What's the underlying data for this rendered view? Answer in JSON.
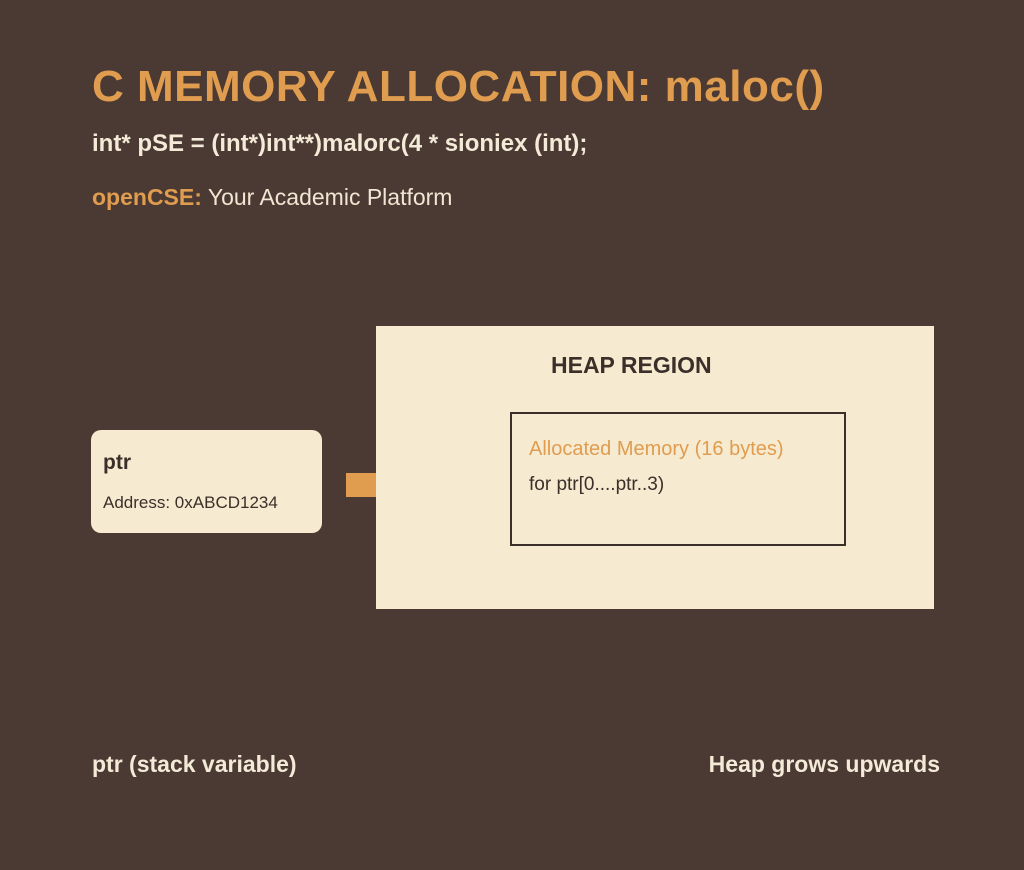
{
  "header": {
    "title": "C MEMORY ALLOCATION: maloc()",
    "code": "int* pSE = (int*)int**)malorc(4 * sioniex (int);",
    "brand": "openCSE:",
    "tagline": " Your Academic Platform"
  },
  "stack_variable": {
    "name": "ptr",
    "address": "Address: 0xABCD1234"
  },
  "heap": {
    "title": "HEAP REGION",
    "allocation_title": "Allocated Memory (16 bytes)",
    "allocation_range": "for ptr[0....ptr..3)"
  },
  "captions": {
    "left": "ptr (stack variable)",
    "right": "Heap grows upwards"
  },
  "colors": {
    "background": "#4a3a33",
    "accent": "#e09c4f",
    "panel": "#f6ebd0",
    "text_dark": "#3b2f2a"
  }
}
